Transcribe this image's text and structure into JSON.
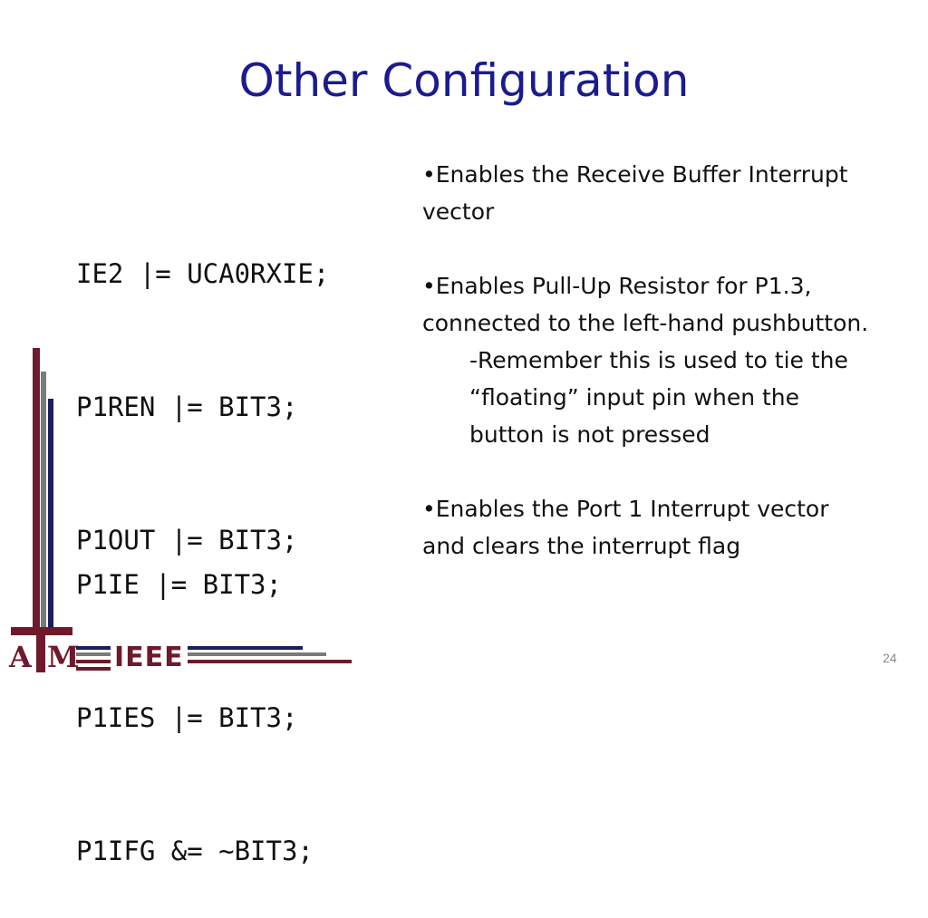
{
  "slide": {
    "title": "Other Configuration",
    "page_number": "24"
  },
  "code": {
    "line1": "IE2 |= UCA0RXIE;",
    "line2": "P1REN |= BIT3;",
    "line3": "P1OUT |= BIT3;",
    "line4": "P1IE |= BIT3;",
    "line5": "P1IES |= BIT3;",
    "line6": "P1IFG &= ~BIT3;"
  },
  "notes": {
    "b1": "•Enables the Receive Buffer Interrupt vector",
    "b2": "•Enables Pull-Up Resistor for P1.3, connected to the left-hand pushbutton.",
    "b2_sub": "-Remember this is used to tie the “floating” input pin when the button is not pressed",
    "b3": "•Enables the Port 1 Interrupt vector and clears the interrupt flag"
  },
  "logo": {
    "letter_a": "A",
    "letter_m": "M",
    "ieee": "IEEE"
  },
  "colors": {
    "title": "#1b1b8f",
    "maroon": "#6e1a2c",
    "navy": "#1a1f5c",
    "gray": "#7a7a7a"
  }
}
